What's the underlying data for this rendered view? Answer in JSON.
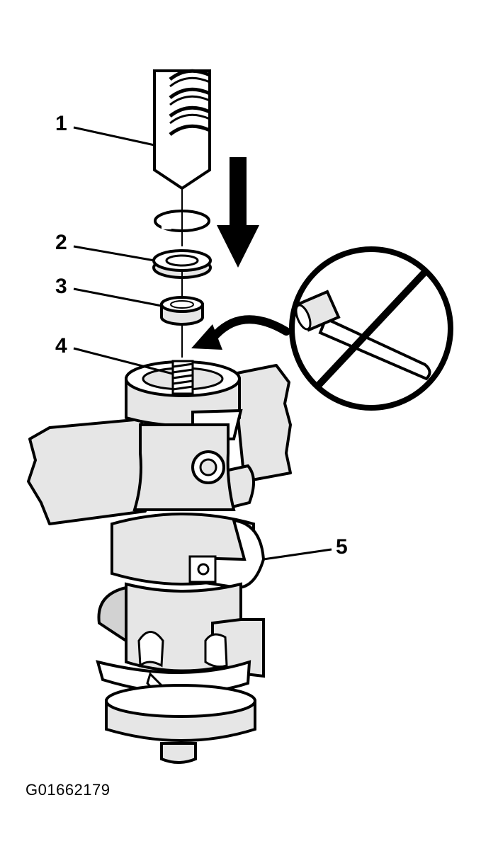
{
  "callouts": {
    "c1": "1",
    "c2": "2",
    "c3": "3",
    "c4": "4",
    "c5": "5"
  },
  "figure_id": "G01662179",
  "colors": {
    "ink": "#000000",
    "fill_light": "#e6e6e6",
    "fill_mid": "#d2d2d2",
    "paper": "#ffffff"
  },
  "icons": {
    "arrow": "down-arrow-icon",
    "curved_arrow": "curved-arrow-icon",
    "no_hammer": "no-hammer-icon"
  }
}
